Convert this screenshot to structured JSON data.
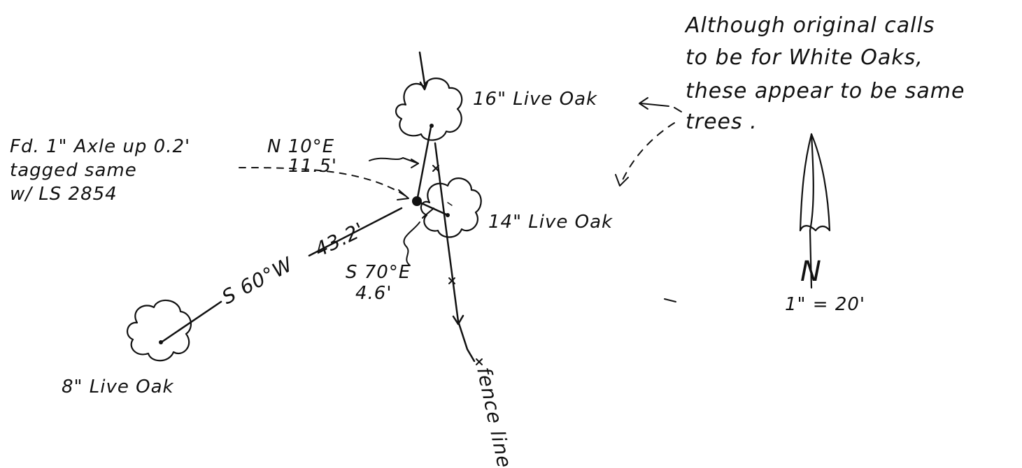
{
  "annotation": {
    "lines": [
      "Although original calls",
      "to be for White Oaks,",
      "these appear to be same",
      "trees ."
    ]
  },
  "trees": {
    "top": {
      "label": "16\" Live Oak"
    },
    "middle": {
      "label": "14\" Live Oak"
    },
    "bottom_left": {
      "label": "8\" Live Oak"
    }
  },
  "monument": {
    "lines": [
      "Fd. 1\" Axle up 0.2'",
      "tagged same",
      "w/ LS 2854"
    ]
  },
  "bearings": {
    "to_top_tree": {
      "bearing": "N 10°E",
      "distance": "11.5'"
    },
    "to_middle_tree": {
      "bearing": "S 70°E",
      "distance": "4.6'"
    },
    "to_bottom_left_tree": {
      "bearing": "S 60°W",
      "distance": "43.2'"
    }
  },
  "fence": {
    "label": "fence line"
  },
  "north_arrow": {
    "letter": "N",
    "scale": "1\" = 20'"
  }
}
